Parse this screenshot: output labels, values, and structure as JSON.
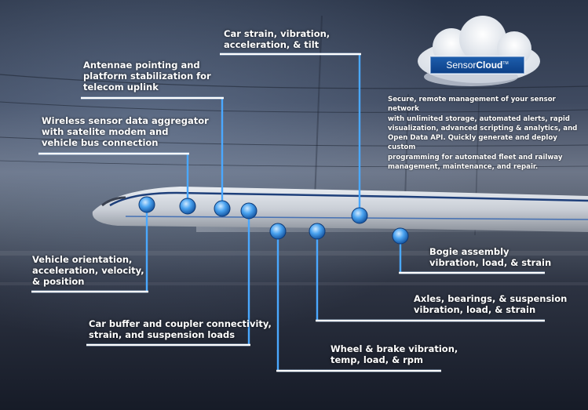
{
  "logo": {
    "part1": "Sensor",
    "part2": "Cloud",
    "mark": "TM"
  },
  "description": "Secure, remote management of your sensor network\nwith unlimited storage, automated alerts, rapid\nvisualization, advanced scripting & analytics, and\nOpen Data API. Quickly generate and deploy custom\nprogramming for automated fleet and railway\nmanagement, maintenance, and repair.",
  "callouts": {
    "car_strain": "Car strain, vibration,\nacceleration, & tilt",
    "antennae": "Antennae pointing and\nplatform stabilization for\ntelecom uplink",
    "wireless": "Wireless sensor data aggregator\nwith satelite modem and\nvehicle bus connection",
    "vehicle_orientation": "Vehicle orientation,\nacceleration, velocity,\n& position",
    "car_buffer": "Car buffer and coupler connectivity,\nstrain, and suspension loads",
    "wheel_brake": "Wheel & brake vibration,\ntemp, load, & rpm",
    "axles": "Axles, bearings, & suspension\nvibration, load, & strain",
    "bogie": "Bogie assembly\nvibration, load, & strain"
  },
  "colors": {
    "connector": "#4aa8ff",
    "node": "#3b8fe0",
    "underline": "#ffffff"
  }
}
